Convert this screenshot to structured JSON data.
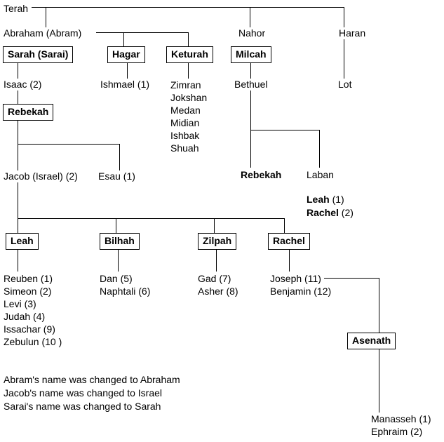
{
  "people": {
    "terah": "Terah",
    "abraham": "Abraham (Abram)",
    "nahor": "Nahor",
    "haran": "Haran",
    "sarah": "Sarah (Sarai)",
    "hagar": "Hagar",
    "keturah": "Keturah",
    "milcah": "Milcah",
    "isaac": "Isaac (2)",
    "ishmael": "Ishmael (1)",
    "bethuel": "Bethuel",
    "lot": "Lot",
    "rebekah_wife": "Rebekah",
    "jacob": "Jacob (Israel) (2)",
    "esau": "Esau (1)",
    "rebekah_daughter": "Rebekah",
    "laban": "Laban",
    "leah_wife": "Leah",
    "bilhah_wife": "Bilhah",
    "zilpah_wife": "Zilpah",
    "rachel_wife": "Rachel",
    "asenath": "Asenath"
  },
  "keturah_children": [
    "Zimran",
    "Jokshan",
    "Medan",
    "Midian",
    "Ishbak",
    "Shuah"
  ],
  "laban_children": [
    {
      "name": "Leah",
      "order": " (1)"
    },
    {
      "name": "Rachel",
      "order": " (2)"
    }
  ],
  "leah_children": [
    "Reuben (1)",
    "Simeon (2)",
    "Levi (3)",
    "Judah (4)",
    "Issachar (9)",
    "Zebulun (10 )"
  ],
  "bilhah_children": [
    "Dan (5)",
    "Naphtali (6)"
  ],
  "zilpah_children": [
    "Gad (7)",
    "Asher (8)"
  ],
  "rachel_children": [
    "Joseph (11)",
    "Benjamin (12)"
  ],
  "joseph_children": [
    "Manasseh (1)",
    "Ephraim (2)"
  ],
  "notes": [
    "Abram's name was changed to Abraham",
    "Jacob's name was changed to Israel",
    "Sarai's name was changed to Sarah"
  ]
}
